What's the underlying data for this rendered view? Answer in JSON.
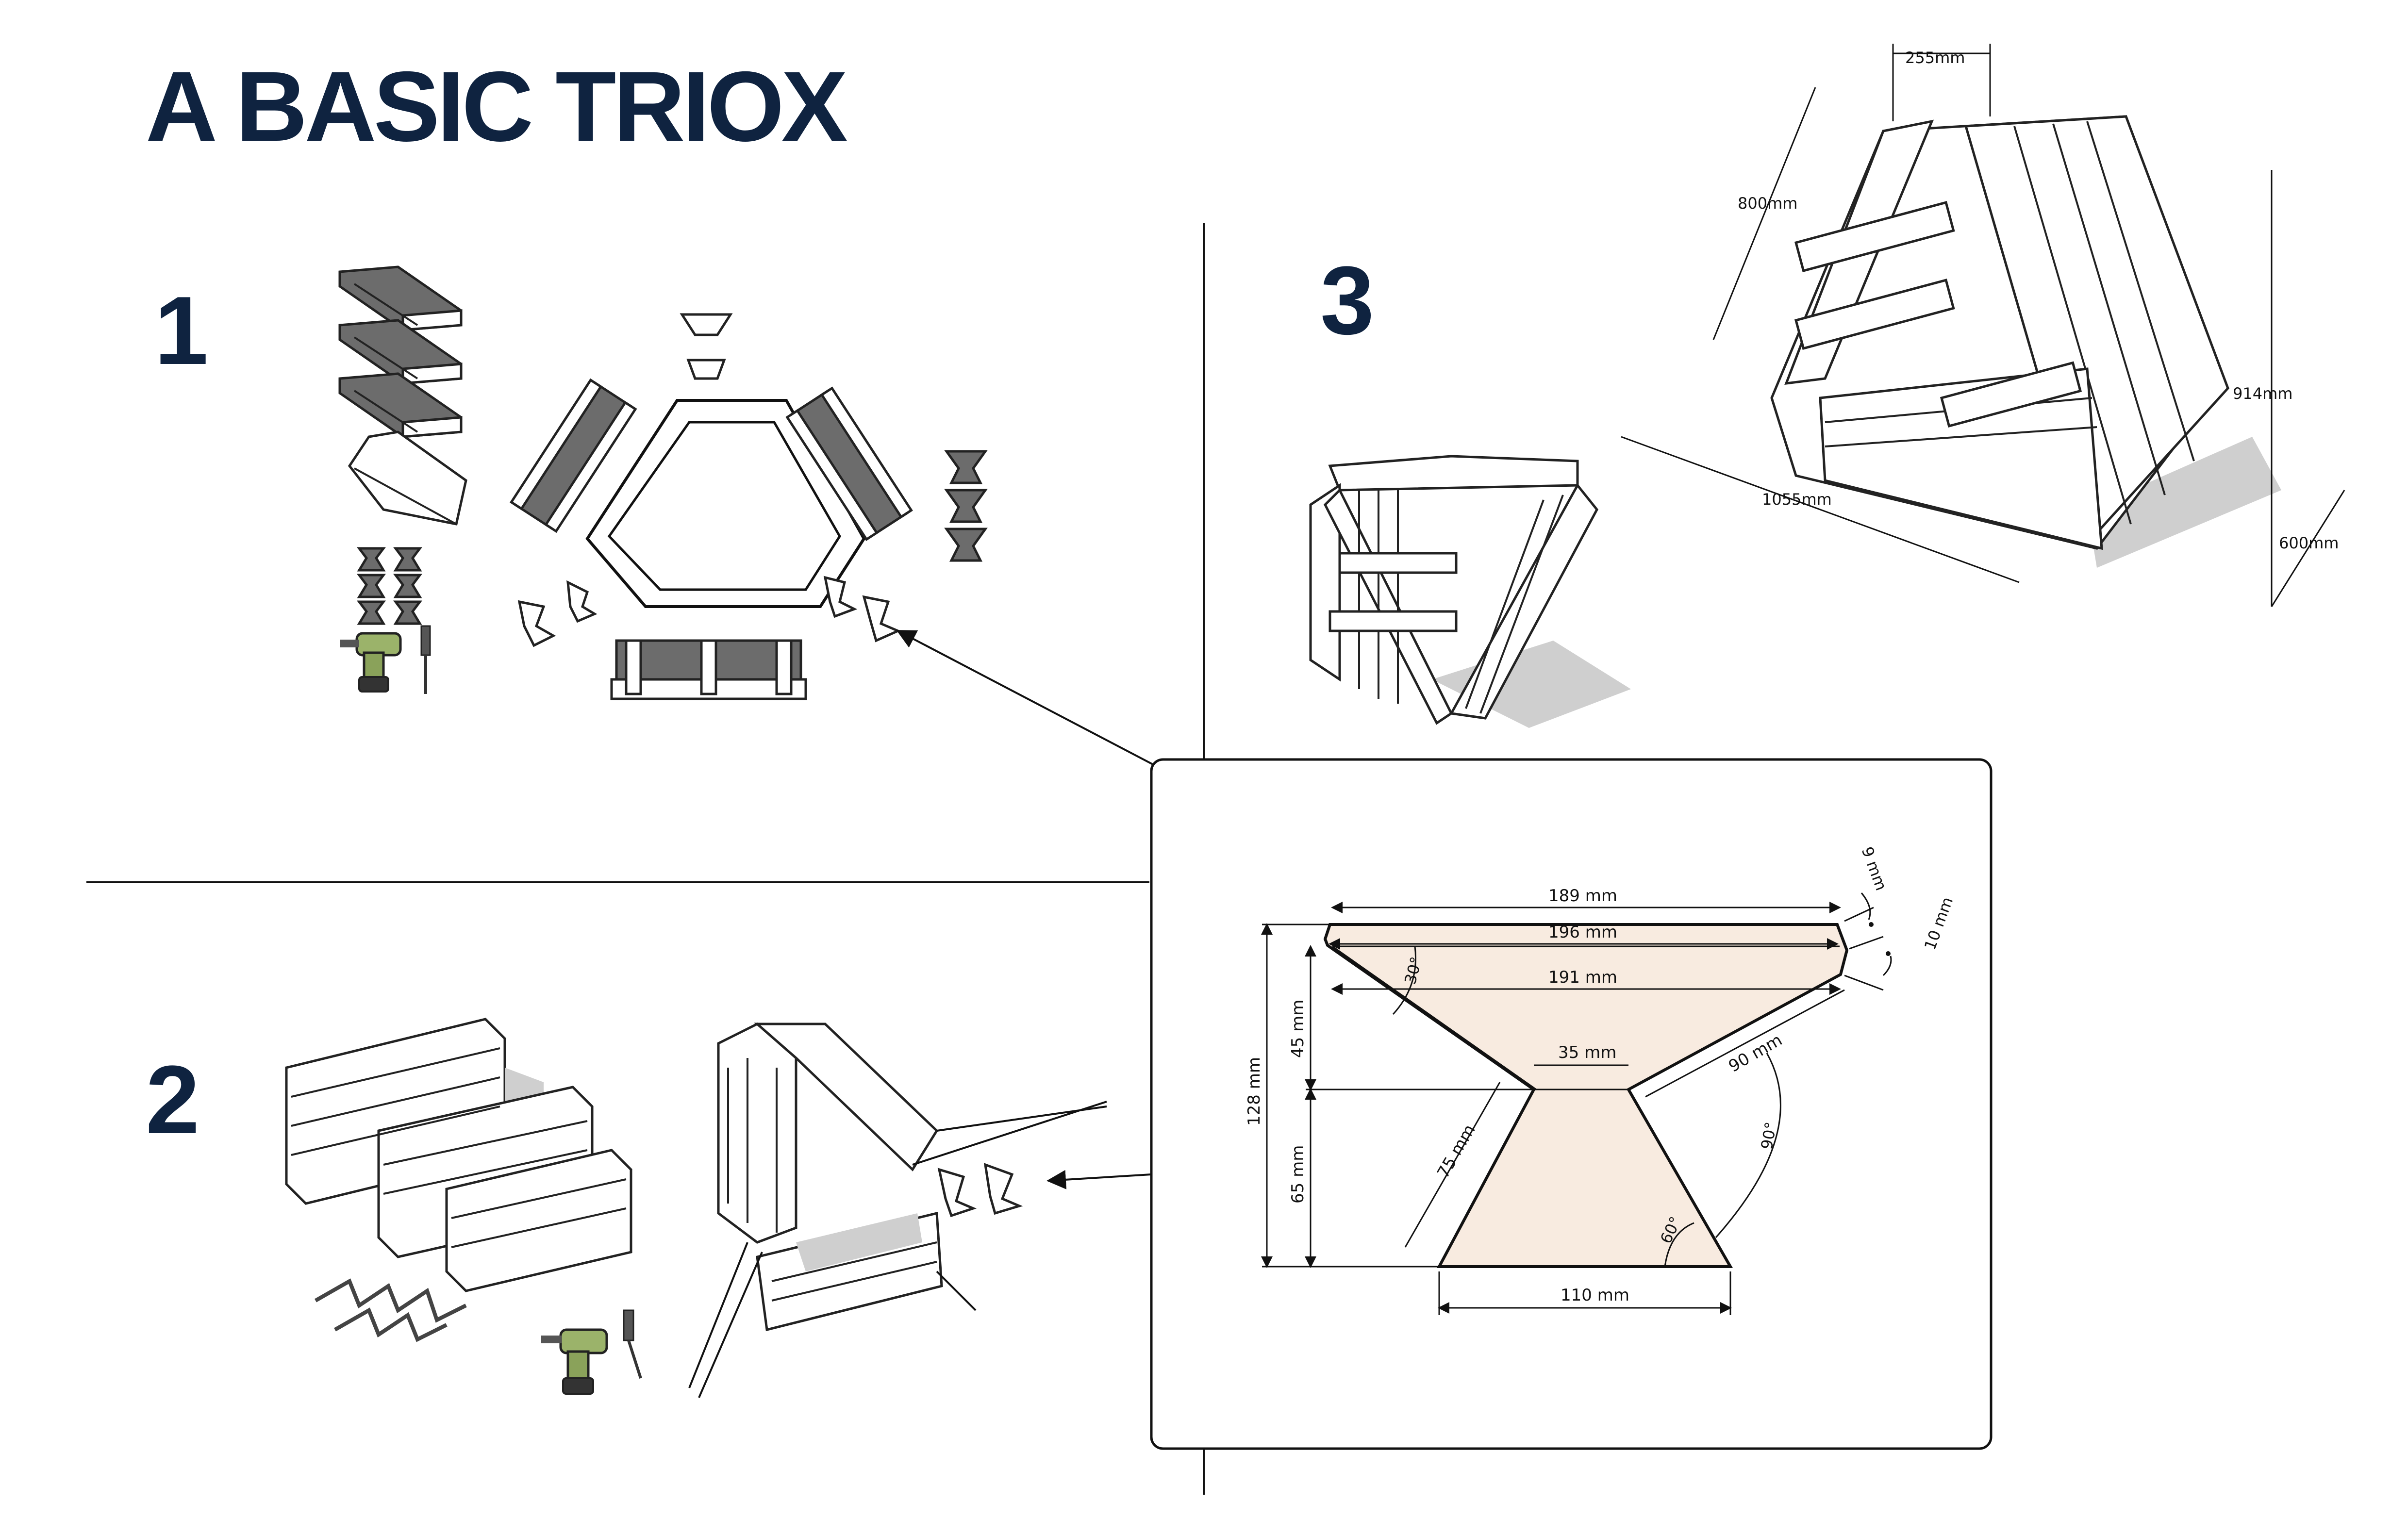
{
  "title": "A BASIC TRIOX",
  "steps": {
    "one": "1",
    "two": "2",
    "three": "3"
  },
  "step3_dimensions": {
    "top_width": "255mm",
    "side_length": "800mm",
    "height": "914mm",
    "base_length": "1055mm",
    "depth": "600mm"
  },
  "bracket_template": {
    "fill_color": "#f8ebe0",
    "top_edge": "189 mm",
    "top_outer": "196 mm",
    "top_inner": "191 mm",
    "neck_width": "35 mm",
    "base_width": "110 mm",
    "total_height": "128 mm",
    "upper_height": "45 mm",
    "lower_height": "65 mm",
    "left_slope": "75 mm",
    "right_slope": "90 mm",
    "corner_cut_a": "9 mm",
    "corner_cut_b": "10 mm",
    "angle_top": "30°",
    "angle_right": "90°",
    "angle_base": "60°"
  },
  "colors": {
    "title": "#0f2340",
    "panel_border": "#222222",
    "template_fill": "#f8ebe0"
  }
}
